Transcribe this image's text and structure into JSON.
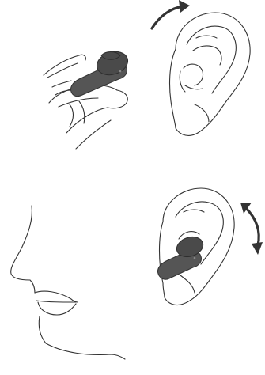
{
  "figure": {
    "steps": [
      {
        "id": "insert-earbud",
        "arrow": "single-clockwise"
      },
      {
        "id": "rotate-earbud",
        "arrow": "double-headed"
      }
    ],
    "colors": {
      "line": "#333333",
      "earbud": "#555555",
      "background": "#ffffff"
    },
    "icons": [
      "hand-icon",
      "earbud-icon",
      "ear-icon",
      "face-profile-icon",
      "rotate-arrow-icon",
      "double-arrow-icon"
    ]
  }
}
